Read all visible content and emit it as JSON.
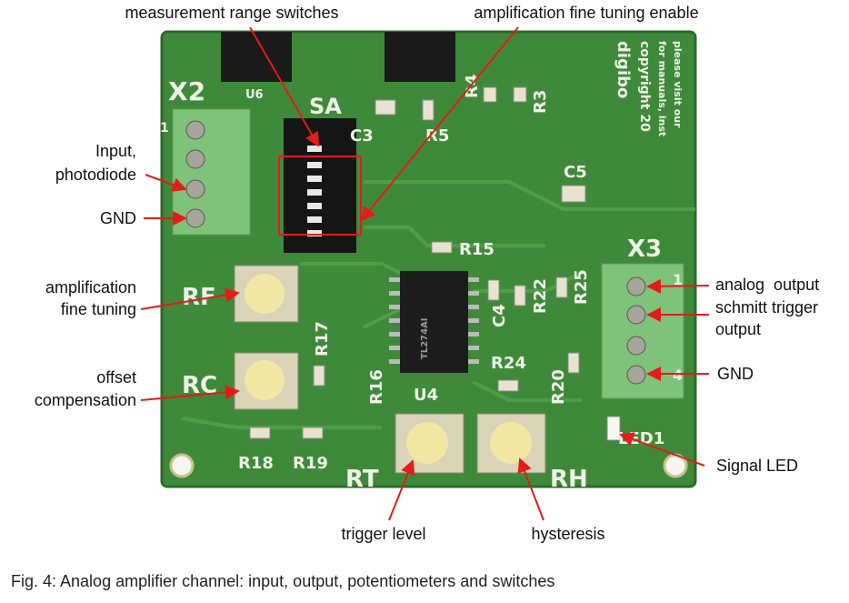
{
  "figure": {
    "caption": "Fig. 4: Analog amplifier channel: input, output, potentiometers and switches",
    "annotation_color": "#e41b1b",
    "board_color": "#3f8a3a"
  },
  "annotations": {
    "measurement_range": "measurement range switches",
    "fine_tuning_enable": "amplification fine tuning enable",
    "input_line1": "Input,",
    "input_line2": "photodiode",
    "gnd_left": "GND",
    "fine_tuning_line1": "amplification",
    "fine_tuning_line2": "fine tuning",
    "offset_line1": "offset",
    "offset_line2": "compensation",
    "analog_output": "analog  output",
    "schmitt_line1": "schmitt trigger",
    "schmitt_line2": "output",
    "gnd_right": "GND",
    "signal_led": "Signal LED",
    "trigger_level": "trigger level",
    "hysteresis": "hysteresis"
  },
  "pcb_silkscreen": {
    "x2": "X2",
    "sa": "SA",
    "rf": "RF",
    "rc": "RC",
    "rt": "RT",
    "rh": "RH",
    "x3": "X3",
    "u4": "U4",
    "u6": "U6",
    "c3": "C3",
    "c4": "C4",
    "c5": "C5",
    "r3": "R3",
    "r4": "R4",
    "r5": "R5",
    "r15": "R15",
    "r16": "R16",
    "r17": "R17",
    "r18": "R18",
    "r19": "R19",
    "r20": "R20",
    "r22": "R22",
    "r24": "R24",
    "r25": "R25",
    "led1": "LED1",
    "pin1": "1",
    "pin4": "4",
    "pin1_left": "1",
    "brand": "digibo",
    "copyright": "copyright 20",
    "manuals": "for manuals, inst",
    "visit": "please visit our",
    "chip_marking": "TL274AI"
  }
}
